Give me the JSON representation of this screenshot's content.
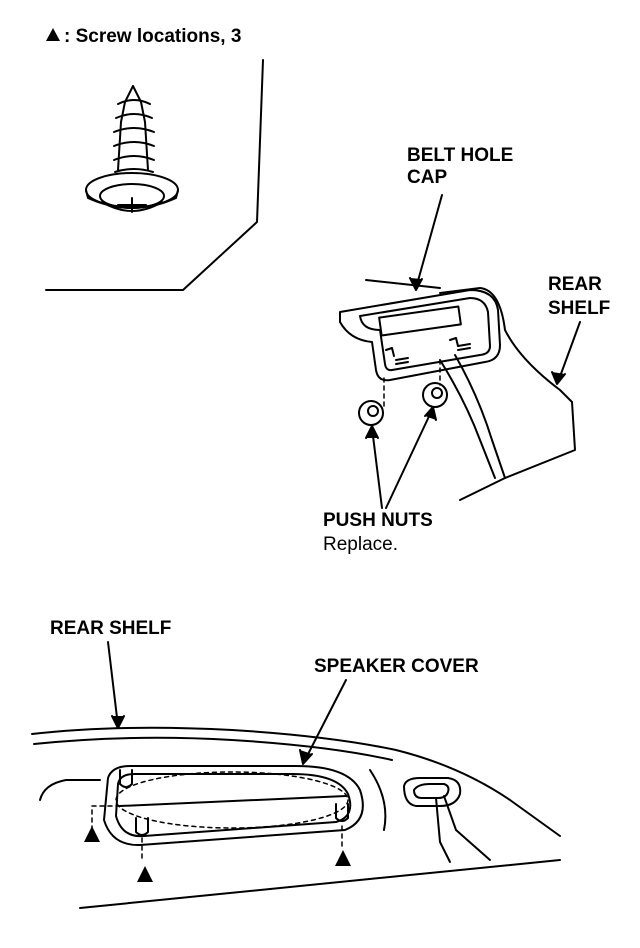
{
  "legend": {
    "symbol_icon": "triangle-icon",
    "text": ": Screw locations, 3"
  },
  "labels": {
    "belt_hole_cap_line1": "BELT HOLE",
    "belt_hole_cap_line2": "CAP",
    "rear_shelf_top_line1": "REAR",
    "rear_shelf_top_line2": "SHELF",
    "push_nuts": "PUSH NUTS",
    "push_nuts_note": "Replace.",
    "rear_shelf_bottom": "REAR SHELF",
    "speaker_cover": "SPEAKER COVER"
  },
  "colors": {
    "ink": "#000000",
    "paper": "#ffffff"
  }
}
